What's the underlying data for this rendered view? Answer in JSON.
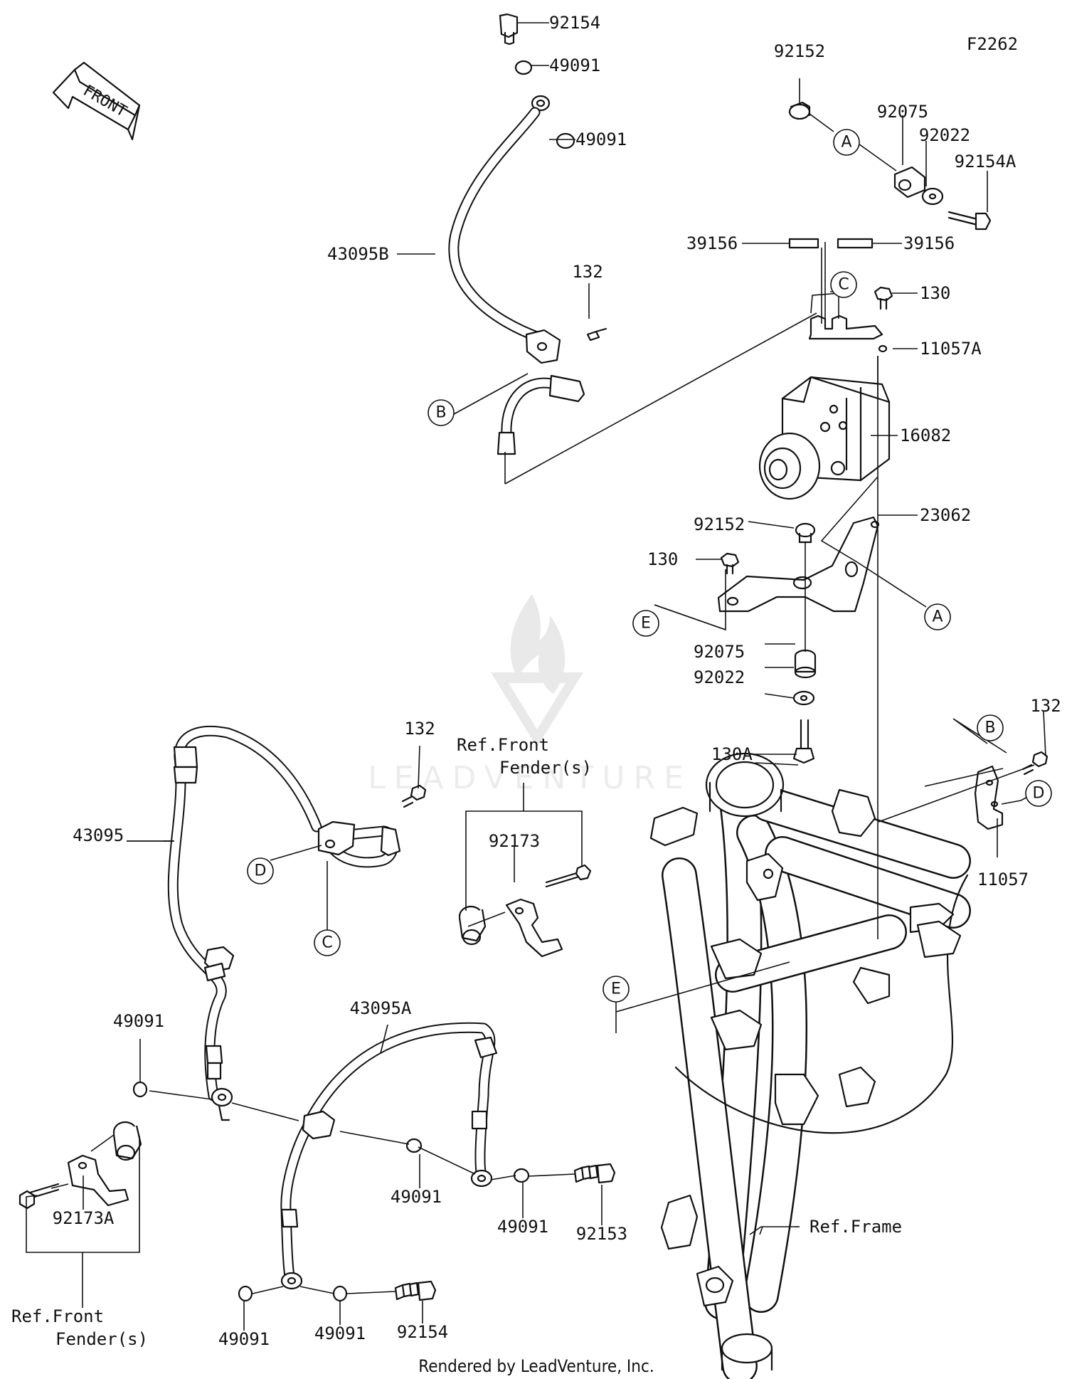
{
  "diagram_code": "F2262",
  "front_arrow": "FRONT",
  "watermark": "LEADVENTURE",
  "footer": "Rendered by LeadVenture, Inc.",
  "refs": {
    "front_fender_top": [
      "Ref.Front",
      "Fender(s)"
    ],
    "front_fender_bottom": [
      "Ref.Front",
      "Fender(s)"
    ],
    "frame": "Ref.Frame"
  },
  "callouts": [
    "A",
    "B",
    "C",
    "D",
    "E"
  ],
  "parts": {
    "p92154_top": "92154",
    "p49091_a": "49091",
    "p49091_b": "49091",
    "p43095B": "43095B",
    "p132_a": "132",
    "p92152_top": "92152",
    "p92075_top": "92075",
    "p92022_top": "92022",
    "p92154A": "92154A",
    "p39156_l": "39156",
    "p39156_r": "39156",
    "p130_a": "130",
    "p11057A": "11057A",
    "p16082": "16082",
    "p92152_mid": "92152",
    "p23062": "23062",
    "p130_b": "130",
    "p92075_mid": "92075",
    "p92022_mid": "92022",
    "p130A": "130A",
    "p132_b": "132",
    "p132_c": "132",
    "p11057": "11057",
    "p43095": "43095",
    "p92173": "92173",
    "p43095A": "43095A",
    "p49091_c": "49091",
    "p49091_d": "49091",
    "p49091_e": "49091",
    "p92153": "92153",
    "p92173A": "92173A",
    "p49091_f": "49091",
    "p49091_g": "49091",
    "p92154_bot": "92154"
  }
}
